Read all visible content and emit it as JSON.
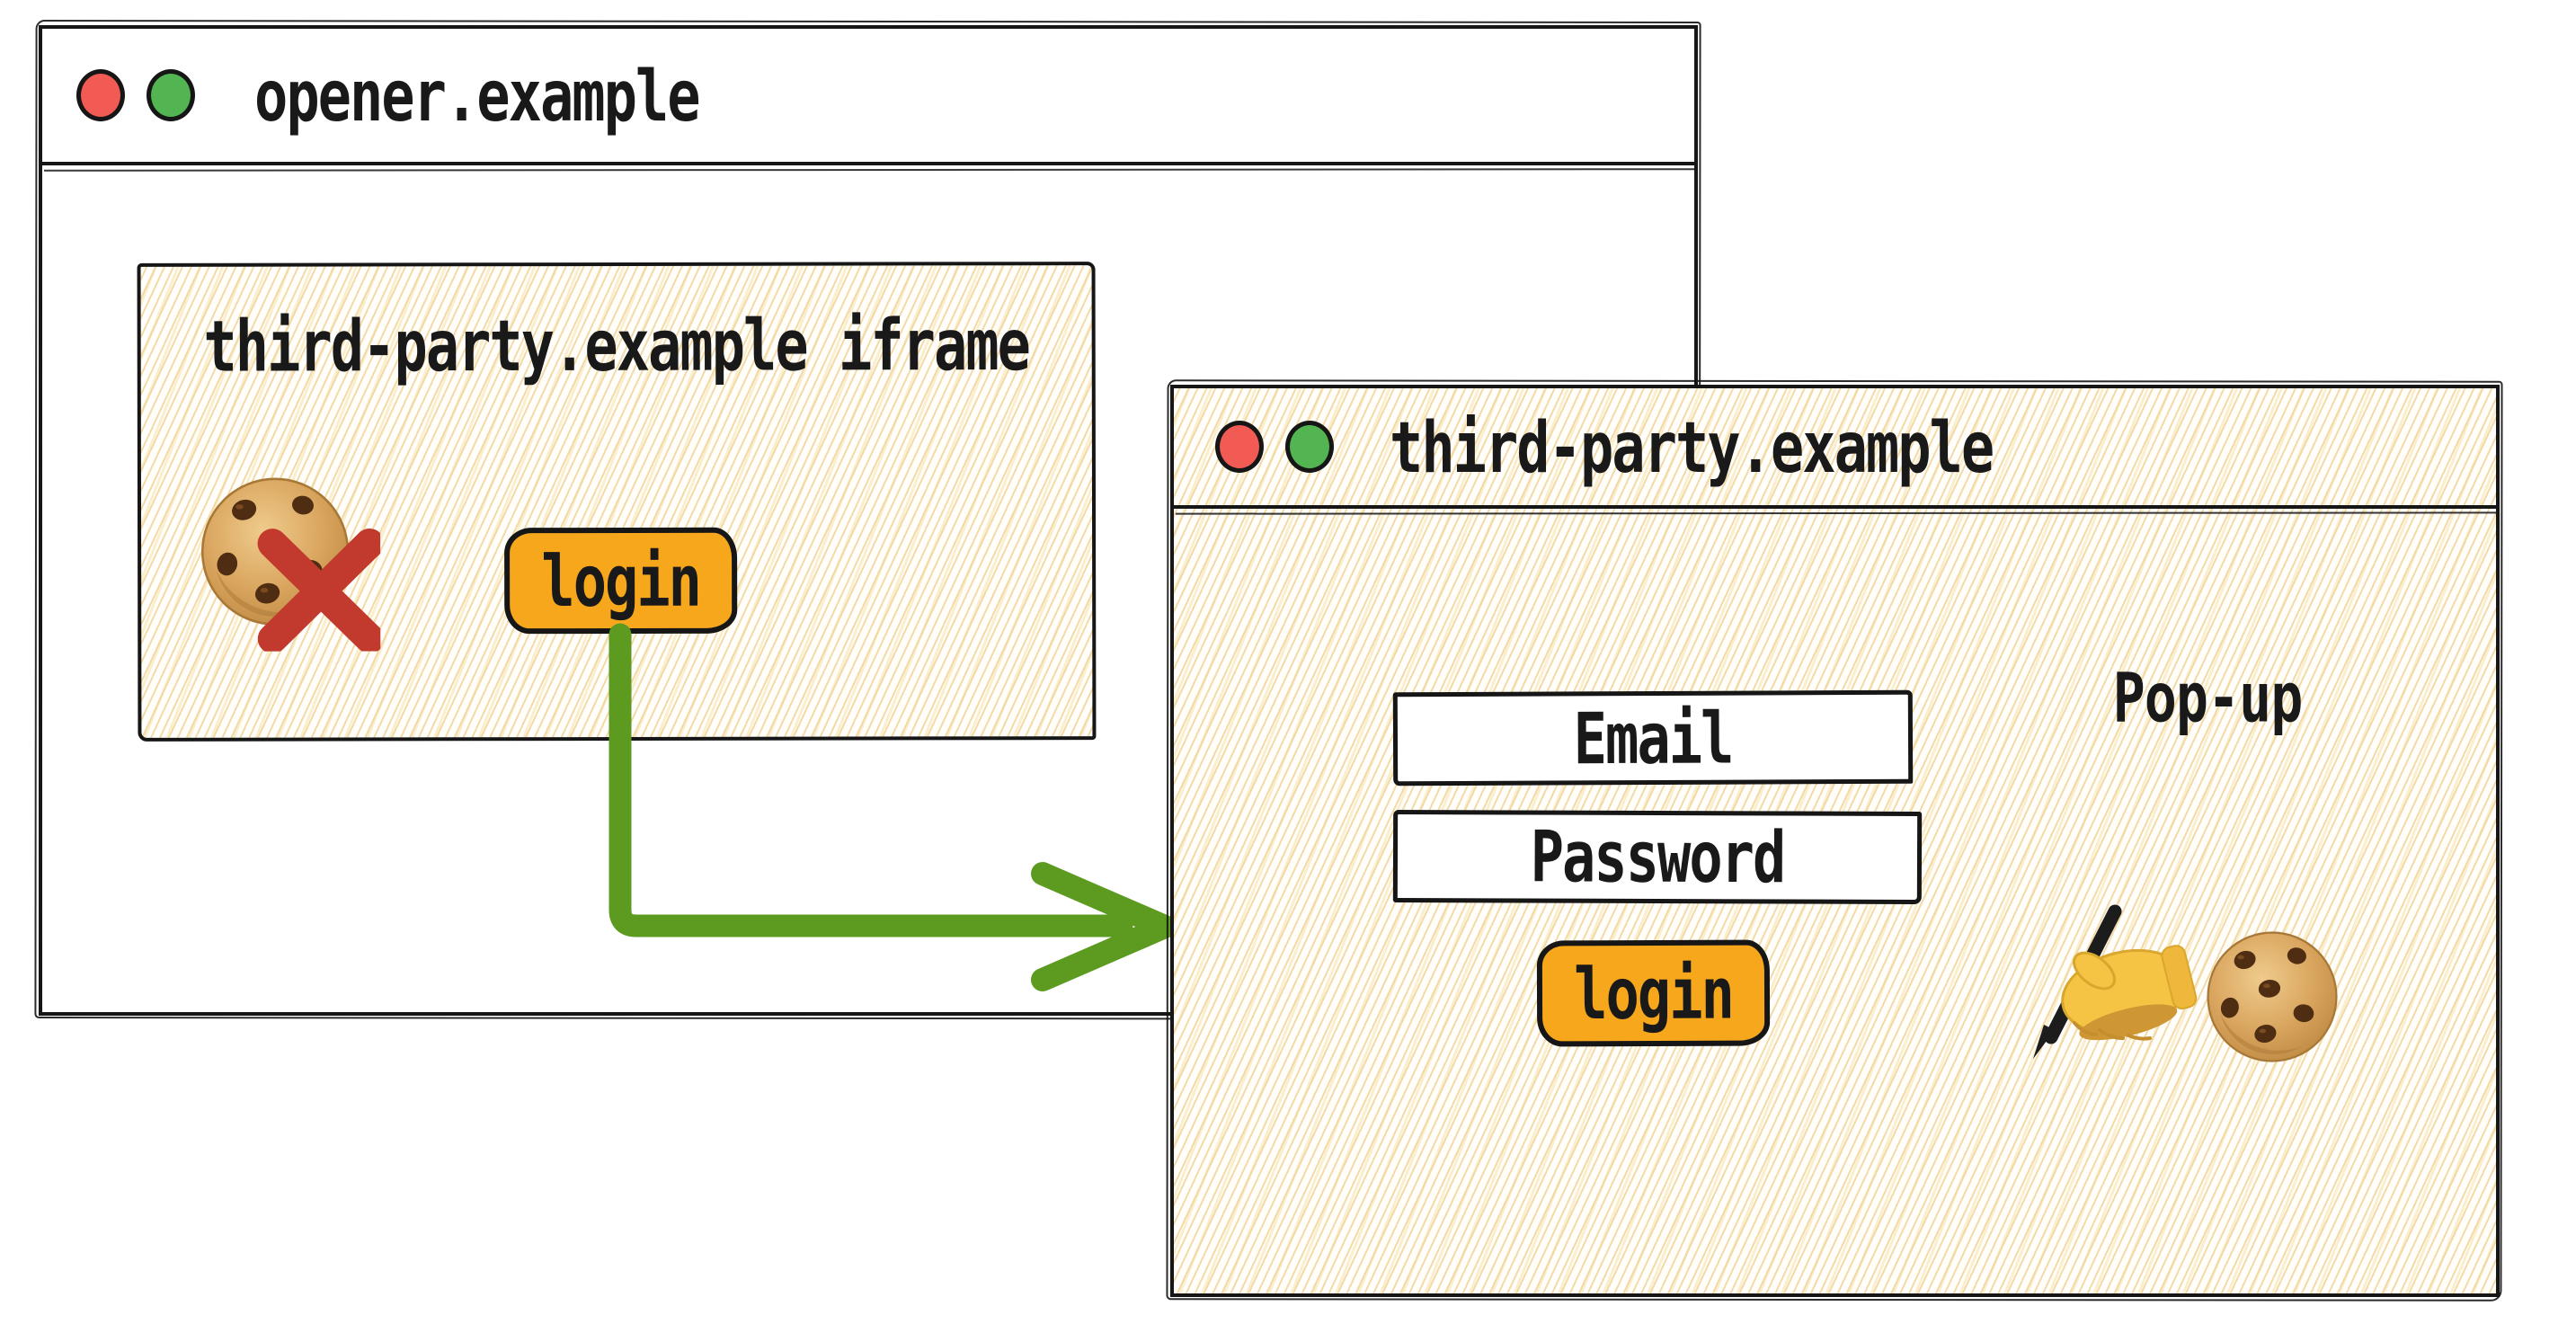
{
  "opener_window": {
    "title": "opener.example",
    "iframe": {
      "title": "third-party.example iframe",
      "login_button": "login"
    }
  },
  "popup_window": {
    "title": "third-party.example",
    "label": "Pop-up",
    "email_field": "Email",
    "password_field": "Password",
    "login_button": "login"
  },
  "icons": {
    "blocked_cookie": "cookie-with-red-x",
    "writing_hand": "writing-hand-holding-pen",
    "cookie": "chocolate-chip-cookie",
    "window_controls": [
      "red-light",
      "green-light"
    ]
  },
  "colors": {
    "button_orange": "#F7A71C",
    "arrow_green": "#5D9B20",
    "blocked_x_red": "#C23A2D",
    "traffic_light_red": "#F25A54",
    "traffic_light_green": "#53B552",
    "hatch_line": "#F0D49B",
    "ink": "#161616"
  }
}
